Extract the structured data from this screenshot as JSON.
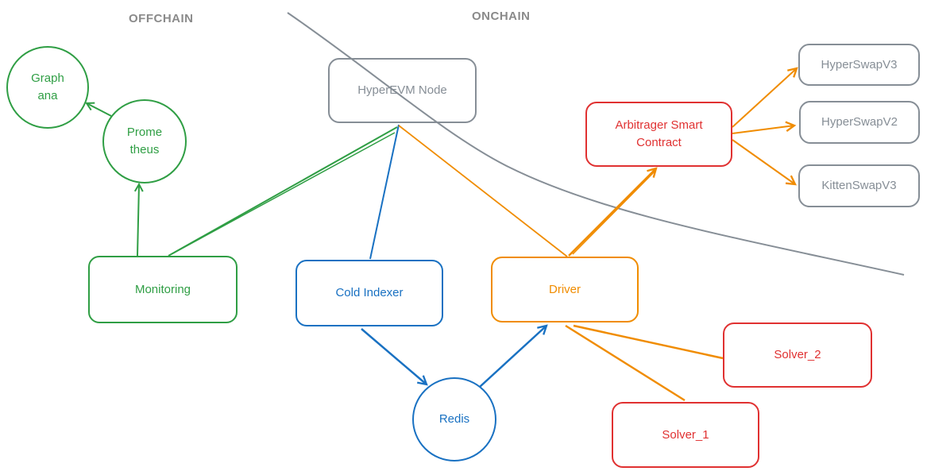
{
  "regions": {
    "offchain": "OFFCHAIN",
    "onchain": "ONCHAIN"
  },
  "nodes": {
    "grafana": "Graph\nana",
    "prometheus": "Prome\ntheus",
    "monitoring": "Monitoring",
    "hyperevm": "HyperEVM Node",
    "cold_indexer": "Cold Indexer",
    "driver": "Driver",
    "redis": "Redis",
    "arbitrager": "Arbitrager Smart\nContract",
    "hyperswapv3": "HyperSwapV3",
    "hyperswapv2": "HyperSwapV2",
    "kittenswapv3": "KittenSwapV3",
    "solver_2": "Solver_2",
    "solver_1": "Solver_1"
  },
  "colors": {
    "green": "#2f9e44",
    "blue": "#1971c2",
    "orange": "#f08c00",
    "red": "#e03131",
    "gray": "#868e96"
  }
}
